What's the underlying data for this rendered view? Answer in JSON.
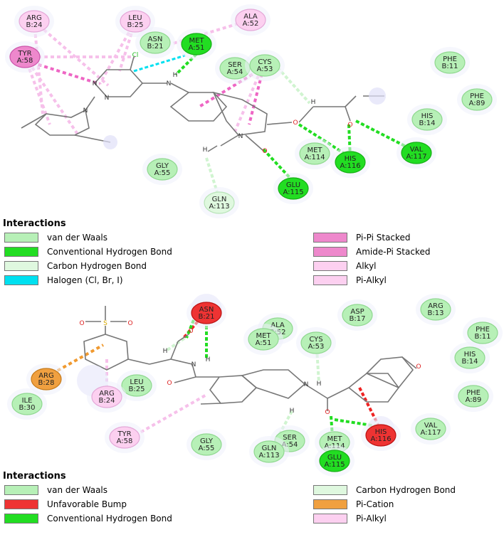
{
  "colors": {
    "vdw_fill": "#b7f0b7",
    "vdw_stroke": "#8fd88f",
    "hbond_fill": "#22dd22",
    "hbond_stroke": "#14b014",
    "pi_fill": "#ee88cc",
    "pi_stroke": "#cc55aa",
    "alkyl_fill": "#fcd0f0",
    "alkyl_stroke": "#e4a8d8",
    "bump_fill": "#ee3333",
    "bump_stroke": "#bb1111",
    "cation_fill": "#f0a040",
    "cation_stroke": "#c67a18",
    "ch_fill": "#dff8df",
    "ch_stroke": "#b8e4b8",
    "halo": "#00e0f0",
    "bond": "#777777"
  },
  "panel1": {
    "residues": [
      {
        "label": "ARG B:24",
        "kind": "alkyl"
      },
      {
        "label": "LEU B:25",
        "kind": "alkyl"
      },
      {
        "label": "ALA A:52",
        "kind": "alkyl"
      },
      {
        "label": "ASN B:21",
        "kind": "vdw"
      },
      {
        "label": "MET A:51",
        "kind": "hbond"
      },
      {
        "label": "TYR A:58",
        "kind": "pi"
      },
      {
        "label": "SER A:54",
        "kind": "vdw"
      },
      {
        "label": "CYS A:53",
        "kind": "vdw"
      },
      {
        "label": "PHE B:11",
        "kind": "vdw"
      },
      {
        "label": "PHE A:89",
        "kind": "vdw"
      },
      {
        "label": "HIS B:14",
        "kind": "vdw"
      },
      {
        "label": "MET A:114",
        "kind": "vdw"
      },
      {
        "label": "HIS A:116",
        "kind": "hbond"
      },
      {
        "label": "VAL A:117",
        "kind": "hbond"
      },
      {
        "label": "GLY A:55",
        "kind": "vdw"
      },
      {
        "label": "GLU A:115",
        "kind": "hbond"
      },
      {
        "label": "GLN A:113",
        "kind": "ch"
      }
    ],
    "atoms": {
      "h1": "H",
      "h2": "H",
      "cl": "Cl",
      "n1": "N",
      "n2": "N",
      "n3": "N",
      "n4": "N",
      "n5": "N",
      "o1": "O",
      "o2": "O",
      "o3": "O",
      "h3": "H"
    },
    "legend_title": "Interactions",
    "legend": [
      {
        "label": "van der Waals",
        "kind": "vdw"
      },
      {
        "label": "Conventional Hydrogen Bond",
        "kind": "hbond"
      },
      {
        "label": "Carbon Hydrogen Bond",
        "kind": "ch"
      },
      {
        "label": "Halogen (Cl, Br, I)",
        "kind": "halo"
      },
      {
        "label": "Pi-Pi Stacked",
        "kind": "pi"
      },
      {
        "label": "Amide-Pi Stacked",
        "kind": "pi"
      },
      {
        "label": "Alkyl",
        "kind": "alkyl"
      },
      {
        "label": "Pi-Alkyl",
        "kind": "alkyl"
      }
    ]
  },
  "panel2": {
    "residues": [
      {
        "label": "ASN B:21",
        "kind": "bump"
      },
      {
        "label": "ALA B:52",
        "kind": "vdw"
      },
      {
        "label": "ASP B:17",
        "kind": "vdw"
      },
      {
        "label": "ARG B:13",
        "kind": "vdw"
      },
      {
        "label": "PHE B:11",
        "kind": "vdw"
      },
      {
        "label": "MET A:51",
        "kind": "vdw"
      },
      {
        "label": "CYS A:53",
        "kind": "vdw"
      },
      {
        "label": "HIS B:14",
        "kind": "vdw"
      },
      {
        "label": "ARG B:28",
        "kind": "cation"
      },
      {
        "label": "LEU B:25",
        "kind": "vdw"
      },
      {
        "label": "ARG B:24",
        "kind": "alkyl"
      },
      {
        "label": "ILE B:30",
        "kind": "vdw"
      },
      {
        "label": "PHE A:89",
        "kind": "vdw"
      },
      {
        "label": "VAL A:117",
        "kind": "vdw"
      },
      {
        "label": "TYR A:58",
        "kind": "alkyl"
      },
      {
        "label": "GLY A:55",
        "kind": "vdw"
      },
      {
        "label": "SER A:54",
        "kind": "vdw"
      },
      {
        "label": "GLN A:113",
        "kind": "vdw"
      },
      {
        "label": "MET A:114",
        "kind": "vdw"
      },
      {
        "label": "HIS A:116",
        "kind": "bump"
      },
      {
        "label": "GLU A:115",
        "kind": "hbond"
      }
    ],
    "atoms": {
      "s": "S",
      "o1": "O",
      "o2": "O",
      "o3": "O",
      "o4": "O",
      "o5": "O",
      "o6": "O",
      "h1": "H",
      "h2": "H",
      "h3": "H",
      "n1": "N",
      "n2": "N",
      "h4": "H"
    },
    "legend_title": "Interactions",
    "legend": [
      {
        "label": "van der Waals",
        "kind": "vdw"
      },
      {
        "label": "Unfavorable Bump",
        "kind": "bump"
      },
      {
        "label": "Conventional Hydrogen Bond",
        "kind": "hbond"
      },
      {
        "label": "Carbon Hydrogen Bond",
        "kind": "ch"
      },
      {
        "label": "Pi-Cation",
        "kind": "cation"
      },
      {
        "label": "Pi-Alkyl",
        "kind": "alkyl"
      }
    ]
  }
}
